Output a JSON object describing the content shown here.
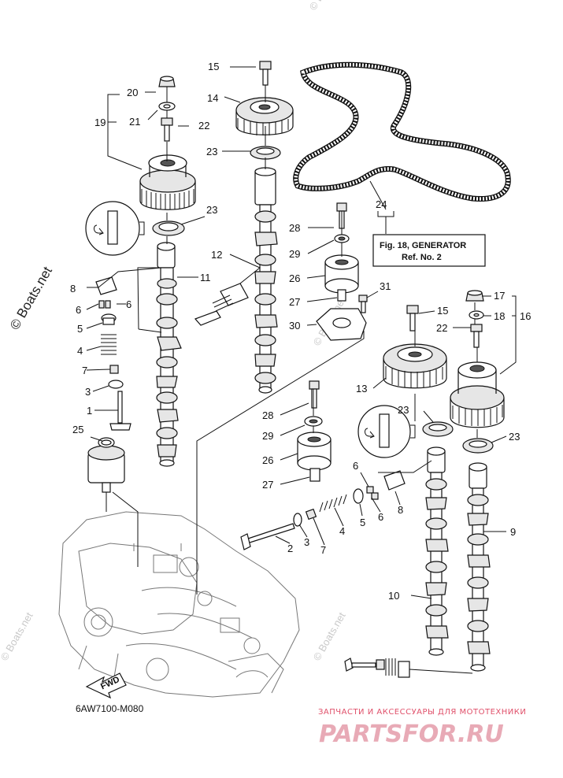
{
  "diagram_code": "6AW7100-M080",
  "reference_box": {
    "line1": "Fig. 18, GENERATOR",
    "line2": "Ref. No. 2"
  },
  "fwd_label": "FWD",
  "watermark": {
    "main": "© Boats.net",
    "faint": "© Boats.net"
  },
  "shop": {
    "tagline": "ЗАПЧАСТИ И АКСЕССУАРЫ ДЛЯ МОТОТЕХНИКИ",
    "logo": "PARTSFOR.RU"
  },
  "callouts": {
    "c1": "1",
    "c2": "2",
    "c3a": "3",
    "c3b": "3",
    "c4a": "4",
    "c4b": "4",
    "c5a": "5",
    "c5b": "5",
    "c6a": "6",
    "c6b": "6",
    "c6c": "6",
    "c6d": "6",
    "c7a": "7",
    "c7b": "7",
    "c8a": "8",
    "c8b": "8",
    "c9": "9",
    "c10": "10",
    "c11": "11",
    "c12": "12",
    "c13": "13",
    "c14": "14",
    "c15a": "15",
    "c15b": "15",
    "c16": "16",
    "c17": "17",
    "c18": "18",
    "c19": "19",
    "c20": "20",
    "c21": "21",
    "c22a": "22",
    "c22b": "22",
    "c23a": "23",
    "c23b": "23",
    "c23c": "23",
    "c23d": "23",
    "c24": "24",
    "c25": "25",
    "c26a": "26",
    "c26b": "26",
    "c27a": "27",
    "c27b": "27",
    "c28a": "28",
    "c28b": "28",
    "c29a": "29",
    "c29b": "29",
    "c30": "30",
    "c31": "31"
  }
}
